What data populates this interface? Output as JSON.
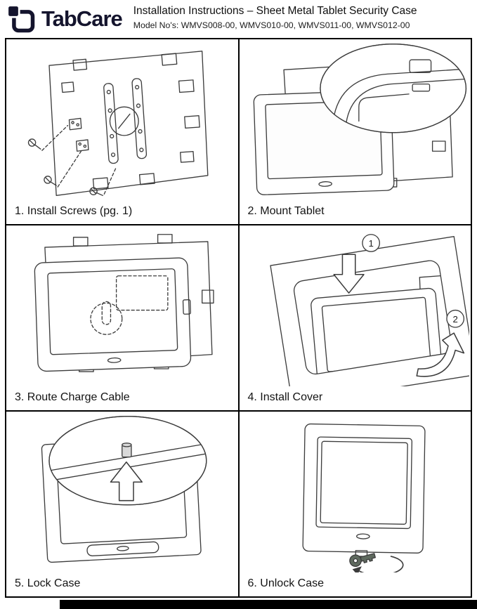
{
  "header": {
    "brand": "TabCare",
    "title": "Installation Instructions – Sheet Metal Tablet Security Case",
    "models": "Model No's: WMVS008-00, WMVS010-00, WMVS011-00, WMVS012-00"
  },
  "colors": {
    "logo": "#14142d",
    "line_art": "#3c3c3c",
    "panel_border": "#000000"
  },
  "steps": [
    {
      "label": "1. Install Screws (pg. 1)",
      "illustration": "back-plate-with-mounting-screws"
    },
    {
      "label": "2. Mount Tablet",
      "illustration": "tablet-on-plate-with-magnified-top-latch"
    },
    {
      "label": "3. Route Charge Cable",
      "illustration": "tablet-front-dashed-cable-routing"
    },
    {
      "label": "4. Install Cover",
      "illustration": "tilted-cover-over-tablet",
      "callouts": [
        "1",
        "2"
      ]
    },
    {
      "label": "5. Lock Case",
      "illustration": "case-with-magnified-lock-screw-and-arrow"
    },
    {
      "label": "6. Unlock Case",
      "illustration": "case-with-key-and-turn-arrow"
    }
  ]
}
